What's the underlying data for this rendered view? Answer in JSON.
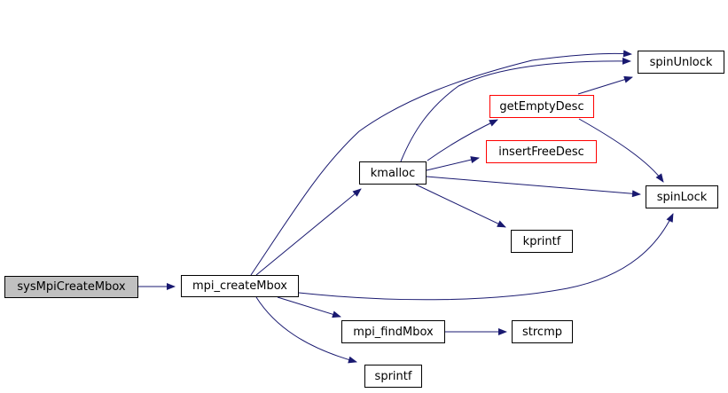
{
  "diagram": {
    "kind": "call-graph",
    "background_color": "#ffffff",
    "edge_color": "#191970",
    "colors": {
      "node_border": "#000000",
      "node_fill": "#ffffff",
      "truncated_node_border": "#ff0000",
      "focus_node_fill": "#c0c0c0",
      "text": "#000000"
    },
    "nodes": [
      {
        "id": "sysMpiCreateMbox",
        "label": "sysMpiCreateMbox",
        "style": "focus"
      },
      {
        "id": "mpi_createMbox",
        "label": "mpi_createMbox",
        "style": "normal"
      },
      {
        "id": "kmalloc",
        "label": "kmalloc",
        "style": "normal"
      },
      {
        "id": "getEmptyDesc",
        "label": "getEmptyDesc",
        "style": "truncated"
      },
      {
        "id": "insertFreeDesc",
        "label": "insertFreeDesc",
        "style": "truncated"
      },
      {
        "id": "kprintf",
        "label": "kprintf",
        "style": "normal"
      },
      {
        "id": "spinUnlock",
        "label": "spinUnlock",
        "style": "normal"
      },
      {
        "id": "spinLock",
        "label": "spinLock",
        "style": "normal"
      },
      {
        "id": "mpi_findMbox",
        "label": "mpi_findMbox",
        "style": "normal"
      },
      {
        "id": "strcmp",
        "label": "strcmp",
        "style": "normal"
      },
      {
        "id": "sprintf",
        "label": "sprintf",
        "style": "normal"
      }
    ],
    "edges": [
      {
        "from": "sysMpiCreateMbox",
        "to": "mpi_createMbox"
      },
      {
        "from": "mpi_createMbox",
        "to": "spinUnlock"
      },
      {
        "from": "mpi_createMbox",
        "to": "kmalloc"
      },
      {
        "from": "mpi_createMbox",
        "to": "spinLock"
      },
      {
        "from": "mpi_createMbox",
        "to": "mpi_findMbox"
      },
      {
        "from": "mpi_createMbox",
        "to": "sprintf"
      },
      {
        "from": "kmalloc",
        "to": "getEmptyDesc"
      },
      {
        "from": "kmalloc",
        "to": "insertFreeDesc"
      },
      {
        "from": "kmalloc",
        "to": "spinUnlock"
      },
      {
        "from": "kmalloc",
        "to": "spinLock"
      },
      {
        "from": "kmalloc",
        "to": "kprintf"
      },
      {
        "from": "getEmptyDesc",
        "to": "spinUnlock"
      },
      {
        "from": "getEmptyDesc",
        "to": "spinLock"
      },
      {
        "from": "mpi_findMbox",
        "to": "strcmp"
      }
    ]
  }
}
